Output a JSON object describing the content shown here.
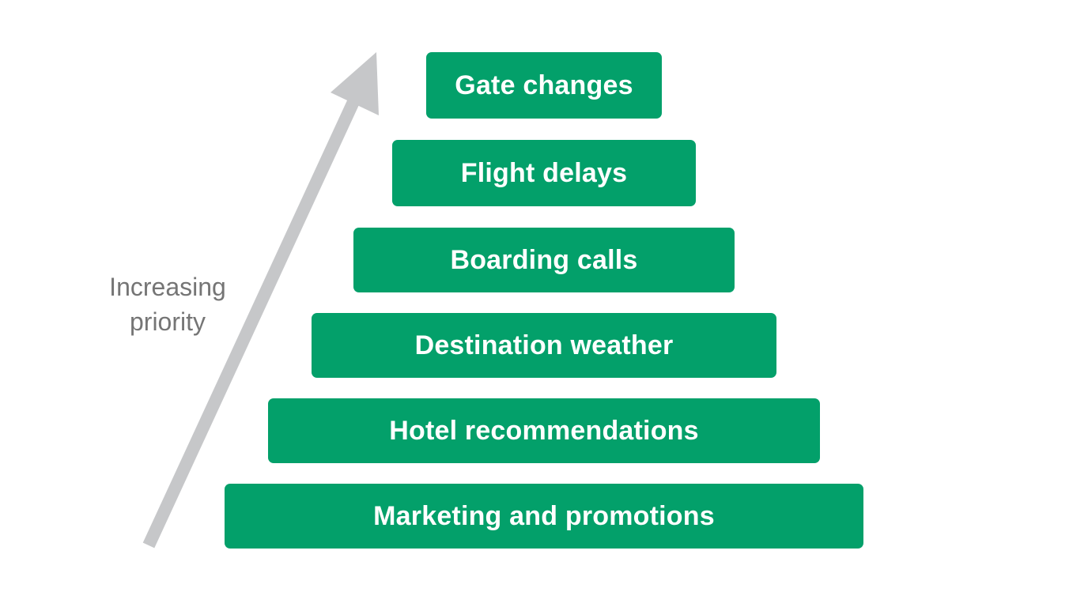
{
  "axis": {
    "label_line1": "Increasing",
    "label_line2": "priority",
    "arrow_color": "#c6c7c9"
  },
  "tier_color": "#03a06a",
  "tiers": [
    {
      "label": "Gate changes"
    },
    {
      "label": "Flight delays"
    },
    {
      "label": "Boarding calls"
    },
    {
      "label": "Destination weather"
    },
    {
      "label": "Hotel recommendations"
    },
    {
      "label": "Marketing and promotions"
    }
  ]
}
